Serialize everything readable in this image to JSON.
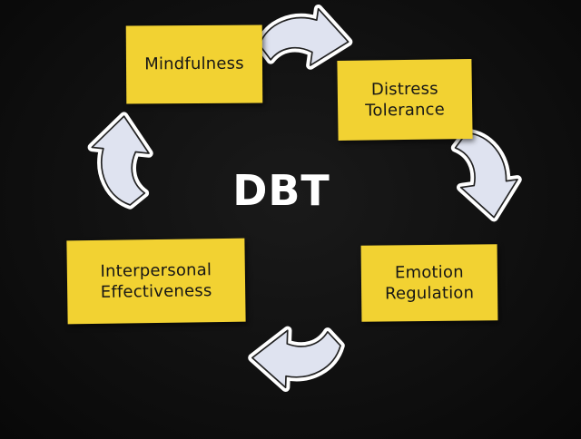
{
  "center_title": "DBT",
  "cards": {
    "mindfulness": [
      "Mindfulness"
    ],
    "distress_tolerance": [
      "Distress",
      "Tolerance"
    ],
    "emotion_regulation": [
      "Emotion",
      "Regulation"
    ],
    "interpersonal_effectiveness": [
      "Interpersonal",
      "Effectiveness"
    ]
  },
  "colors": {
    "board": "#0d0d0d",
    "note": "#f2d232",
    "arrow_fill": "#dfe3f0",
    "arrow_outline": "#ffffff",
    "text_on_note": "#161616",
    "title": "#ffffff"
  },
  "icons": {
    "arrow_1": "curved-arrow-icon",
    "arrow_2": "curved-arrow-icon",
    "arrow_3": "curved-arrow-icon",
    "arrow_4": "curved-arrow-icon"
  }
}
